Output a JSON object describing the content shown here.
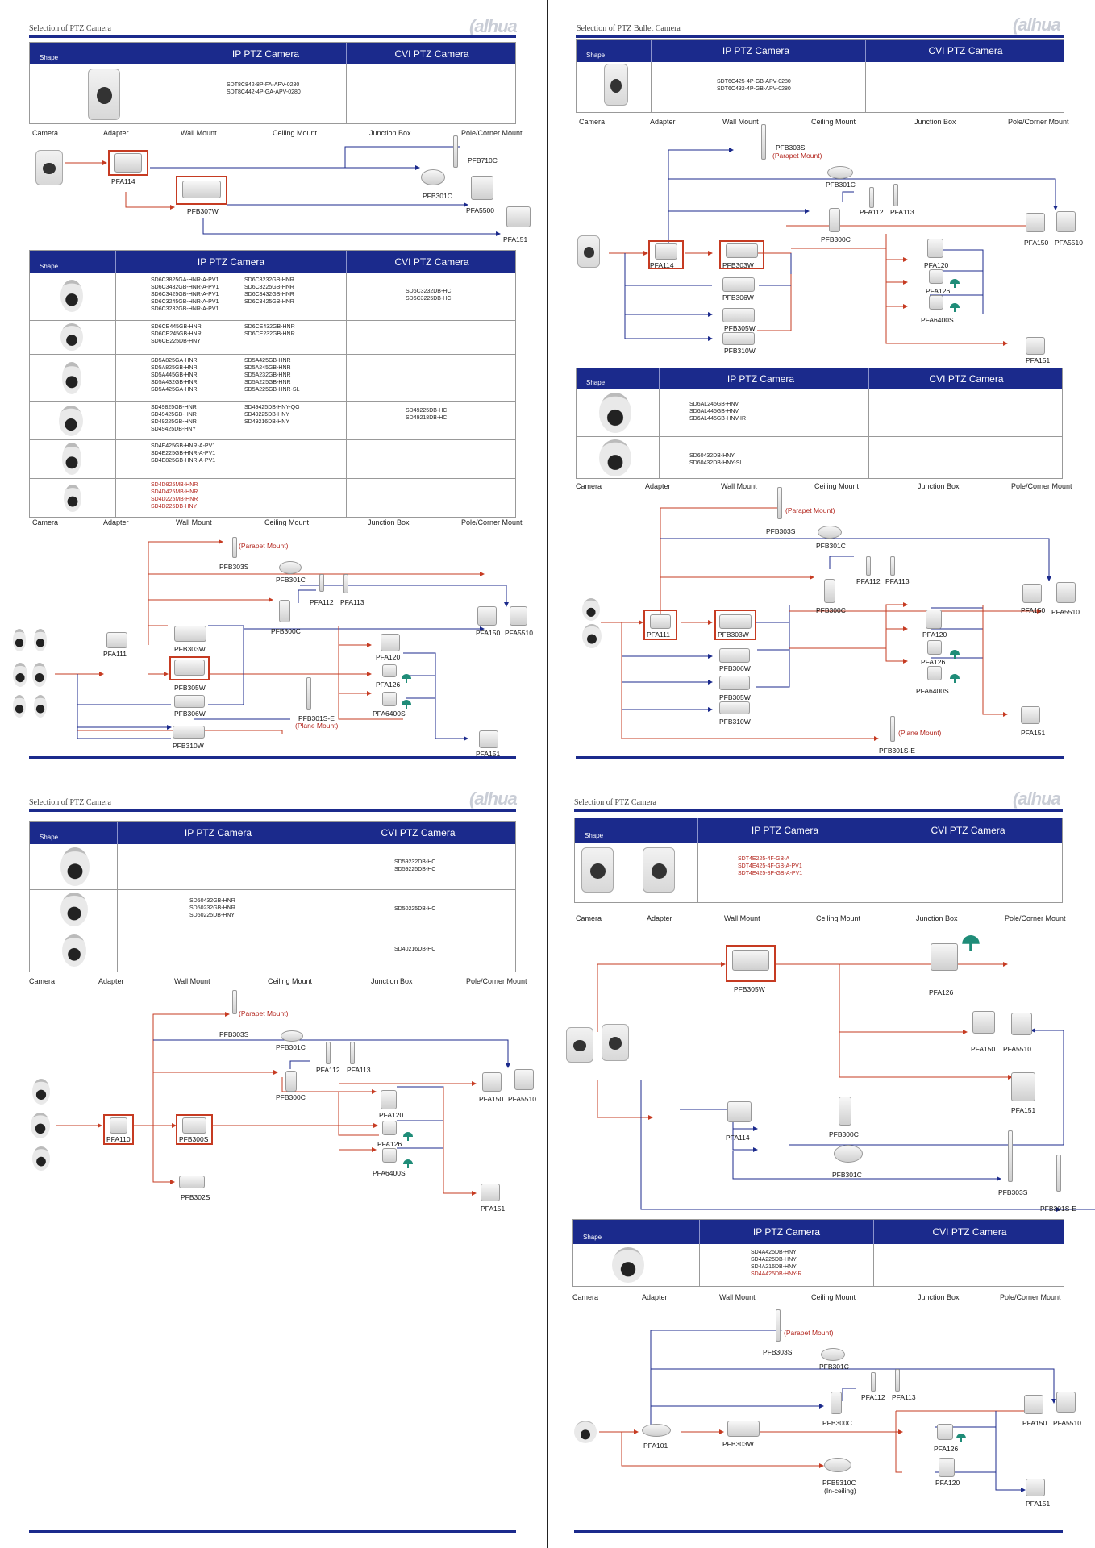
{
  "colors": {
    "brand_blue": "#1b2a8c",
    "arrow_red": "#c63b22",
    "arrow_blue": "#1b2a8c",
    "model_red": "#b3261e",
    "umbrella_green": "#1f8c78"
  },
  "brand": "alhua",
  "shape_label": "Shape",
  "ip_header": "IP PTZ Camera",
  "cvi_header": "CVI PTZ Camera",
  "category_labels": [
    "Camera",
    "Adapter",
    "Wall Mount",
    "Ceiling Mount",
    "Junction Box",
    "Pole/Corner Mount"
  ],
  "parapet_note": "(Parapet Mount)",
  "plane_note": "(Plane Mount)",
  "incl_note": "(In-ceiling)",
  "p1": {
    "title": "Selection of PTZ Camera",
    "t1_ip_models": "SDT8C842-8P-FA-APV-0280\nSDT8C442-4P-GA-APV-0280",
    "d1_labels": {
      "a": "PFA114",
      "b": "PFB307W",
      "c": "PFB710C",
      "d": "PFB301C",
      "e": "PFA5500",
      "f": "PFA151"
    },
    "t2_rows": [
      {
        "ip1": "SD6C3825GA-HNR-A-PV1\nSD6C3432GB-HNR-A-PV1\nSD6C3425GB-HNR-A-PV1\nSD6C3245GB-HNR-A-PV1\nSD6C3232GB-HNR-A-PV1",
        "ip2": "SD6C3232GB-HNR\nSD6C3225GB-HNR\nSD6C3432GB-HNR\nSD6C3425GB-HNR",
        "cvi": "SD6C3232DB-HC\nSD6C3225DB-HC"
      },
      {
        "ip1": "SD6CE445GB-HNR\nSD6CE245GB-HNR\nSD6CE225DB-HNY",
        "ip2": "SD6CE432GB-HNR\nSD6CE232GB-HNR",
        "cvi": ""
      },
      {
        "ip1": "SD5A825GA-HNR\nSD5A825GB-HNR\nSD5A445GB-HNR\nSD5A432GB-HNR\nSD5A425GA-HNR",
        "ip2": "SD5A425GB-HNR\nSD5A245GB-HNR\nSD5A232GB-HNR\nSD5A225GB-HNR\nSD5A225GB-HNR-SL",
        "cvi": ""
      },
      {
        "ip1": "SD49825GB-HNR\nSD49425GB-HNR\nSD49225GB-HNR\nSD49425DB-HNY",
        "ip2": "SD49425DB-HNY-QG\nSD49225DB-HNY\nSD49216DB-HNY",
        "cvi": "SD49225DB-HC\nSD49218DB-HC"
      },
      {
        "ip1": "SD4E425GB-HNR-A-PV1\nSD4E225GB-HNR-A-PV1\nSD4E825GB-HNR-A-PV1",
        "ip2": "",
        "cvi": ""
      },
      {
        "ip1": "SD4D825MB-HNR\nSD4D425MB-HNR\nSD4D225MB-HNR\nSD4D225DB-HNY",
        "ip2": "",
        "cvi": ""
      }
    ],
    "d2_labels": {
      "pfb303s": "PFB303S",
      "pfb301c": "PFB301C",
      "pfa112": "PFA112",
      "pfa113": "PFA113",
      "pfb300c": "PFB300C",
      "pfa111": "PFA111",
      "pfb303w": "PFB303W",
      "pfb305w": "PFB305W",
      "pfb306w": "PFB306W",
      "pfb310w": "PFB310W",
      "pfb301se": "PFB301S-E",
      "pfa120": "PFA120",
      "pfa126": "PFA126",
      "pfa6400s": "PFA6400S",
      "pfa150": "PFA150",
      "pfa5510": "PFA5510",
      "pfa151": "PFA151"
    }
  },
  "p2": {
    "title": "Selection of PTZ Bullet Camera",
    "t1_ip_models": "SDT6C425-4P-GB-APV-0280\nSDT6C432-4P-GB-APV-0280",
    "d1_labels": {
      "pfb303s": "PFB303S",
      "pfb301c": "PFB301C",
      "pfa112": "PFA112",
      "pfa113": "PFA113",
      "pfb300c": "PFB300C",
      "pfa114": "PFA114",
      "pfb303w": "PFB303W",
      "pfb306w": "PFB306W",
      "pfb305w": "PFB305W",
      "pfb310w": "PFB310W",
      "pfa120": "PFA120",
      "pfa126": "PFA126",
      "pfa6400s": "PFA6400S",
      "pfa150": "PFA150",
      "pfa5510": "PFA5510",
      "pfa151": "PFA151"
    },
    "t2_rows": [
      {
        "ip": "SD6AL245GB-HNV\nSD6AL445GB-HNV\nSD6AL445GB-HNV-IR",
        "cvi": ""
      },
      {
        "ip": "SD60432DB-HNY\nSD60432DB-HNY-SL",
        "cvi": ""
      }
    ],
    "d2_labels": {
      "pfb303s": "PFB303S",
      "pfb301c": "PFB301C",
      "pfa112": "PFA112",
      "pfa113": "PFA113",
      "pfb300c": "PFB300C",
      "pfa111": "PFA111",
      "pfb303w": "PFB303W",
      "pfb306w": "PFB306W",
      "pfb305w": "PFB305W",
      "pfb310w": "PFB310W",
      "pfb301se": "PFB301S-E",
      "pfa120": "PFA120",
      "pfa126": "PFA126",
      "pfa6400s": "PFA6400S",
      "pfa150": "PFA150",
      "pfa5510": "PFA5510",
      "pfa151": "PFA151"
    }
  },
  "p3": {
    "title": "Selection of PTZ Camera",
    "t_rows": [
      {
        "ip": "",
        "cvi": "SD59232DB-HC\nSD59225DB-HC"
      },
      {
        "ip": "SD50432GB-HNR\nSD50232GB-HNR\nSD50225DB-HNY",
        "cvi": "SD50225DB-HC"
      },
      {
        "ip": "",
        "cvi": "SD40216DB-HC"
      }
    ],
    "d_labels": {
      "pfb303s": "PFB303S",
      "pfb301c": "PFB301C",
      "pfa112": "PFA112",
      "pfa113": "PFA113",
      "pfb300c": "PFB300C",
      "pfa110": "PFA110",
      "pfb300s": "PFB300S",
      "pfb302s": "PFB302S",
      "pfa120": "PFA120",
      "pfa126": "PFA126",
      "pfa6400s": "PFA6400S",
      "pfa150": "PFA150",
      "pfa5510": "PFA5510",
      "pfa151": "PFA151"
    }
  },
  "p4": {
    "title": "Selection of PTZ Camera",
    "t1_ip_models": "SDT4E225-4F-GB-A\nSDT4E425-4F-GB-A-PV1\nSDT4E425-8P-GB-A-PV1",
    "d1_labels": {
      "pfb305w": "PFB305W",
      "pfa126": "PFA126",
      "pfa150": "PFA150",
      "pfa5510": "PFA5510",
      "pfa151": "PFA151",
      "pfa114": "PFA114",
      "pfb300c": "PFB300C",
      "pfb301c": "PFB301C",
      "pfb303s": "PFB303S",
      "pfb301se": "PFB301S-E"
    },
    "t2_ip_models_black": "SD4A425DB-HNY\nSD4A225DB-HNY\nSD4A216DB-HNY",
    "t2_ip_models_red": "SD4A425DB-HNY-R",
    "d2_labels": {
      "pfb303s": "PFB303S",
      "pfb301c": "PFB301C",
      "pfa112": "PFA112",
      "pfa113": "PFA113",
      "pfb300c": "PFB300C",
      "pfa101": "PFA101",
      "pfb303w": "PFB303W",
      "pfb5310c": "PFB5310C",
      "pfa126": "PFA126",
      "pfa120": "PFA120",
      "pfa150": "PFA150",
      "pfa5510": "PFA5510",
      "pfa151": "PFA151"
    }
  }
}
